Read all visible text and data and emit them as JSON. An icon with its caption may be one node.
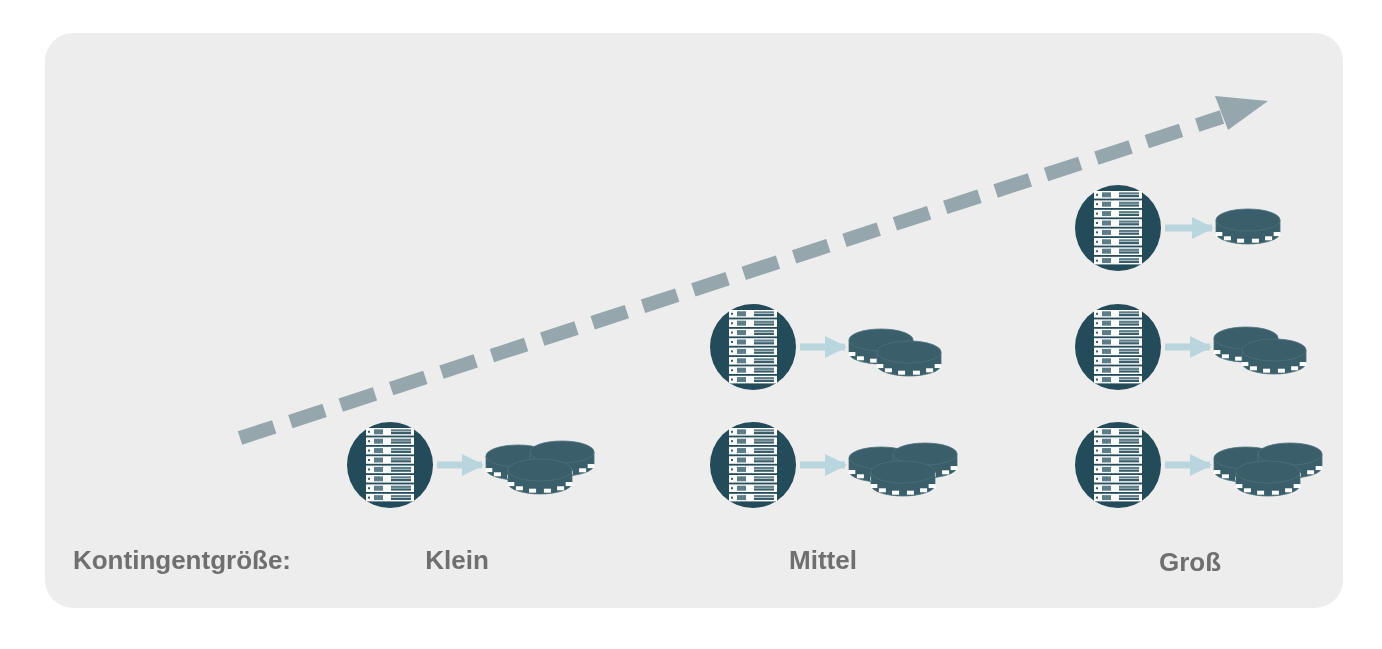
{
  "diagram": {
    "nodes": [
      {
        "text": [],
        "shape": "server"
      },
      {
        "text": [],
        "shape": "coins"
      },
      {
        "text": [],
        "shape": "server"
      },
      {
        "text": [],
        "shape": "coins"
      },
      {
        "text": [],
        "shape": "server"
      },
      {
        "text": [],
        "shape": "coins"
      },
      {
        "text": [],
        "shape": "server"
      },
      {
        "text": [],
        "shape": "coins"
      },
      {
        "text": [],
        "shape": "server"
      },
      {
        "text": [],
        "shape": "coins"
      },
      {
        "text": [],
        "shape": "server"
      },
      {
        "text": [],
        "shape": "coins"
      }
    ],
    "edges": [
      {
        "from": 0,
        "to": 1,
        "arrow": "to"
      },
      {
        "from": 2,
        "to": 3,
        "arrow": "to"
      },
      {
        "from": 4,
        "to": 5,
        "arrow": "to"
      },
      {
        "from": 6,
        "to": 7,
        "arrow": "to"
      },
      {
        "from": 8,
        "to": 9,
        "arrow": "to"
      },
      {
        "from": 10,
        "to": 11,
        "arrow": "to"
      }
    ],
    "labels": [
      "Kontingentgröße:",
      "Klein",
      "Mittel",
      "Groß"
    ]
  }
}
